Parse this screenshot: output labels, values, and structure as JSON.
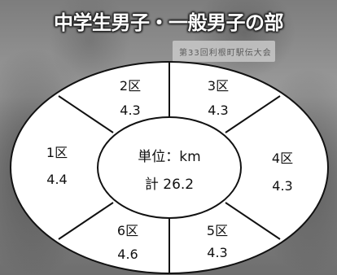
{
  "title": {
    "part1": "中学生男子",
    "separator": "・",
    "part2": "一般男子の部"
  },
  "background": {
    "bib_text": "第33回利根町駅伝大会"
  },
  "center": {
    "unit": "単位：km",
    "total": "計 26.2"
  },
  "segments": [
    {
      "name": "1区",
      "distance": "4.4"
    },
    {
      "name": "2区",
      "distance": "4.3"
    },
    {
      "name": "3区",
      "distance": "4.3"
    },
    {
      "name": "4区",
      "distance": "4.3"
    },
    {
      "name": "5区",
      "distance": "4.3"
    },
    {
      "name": "6区",
      "distance": "4.6"
    }
  ],
  "colors": {
    "ring_fill": "#ffffff",
    "line": "#111111"
  }
}
